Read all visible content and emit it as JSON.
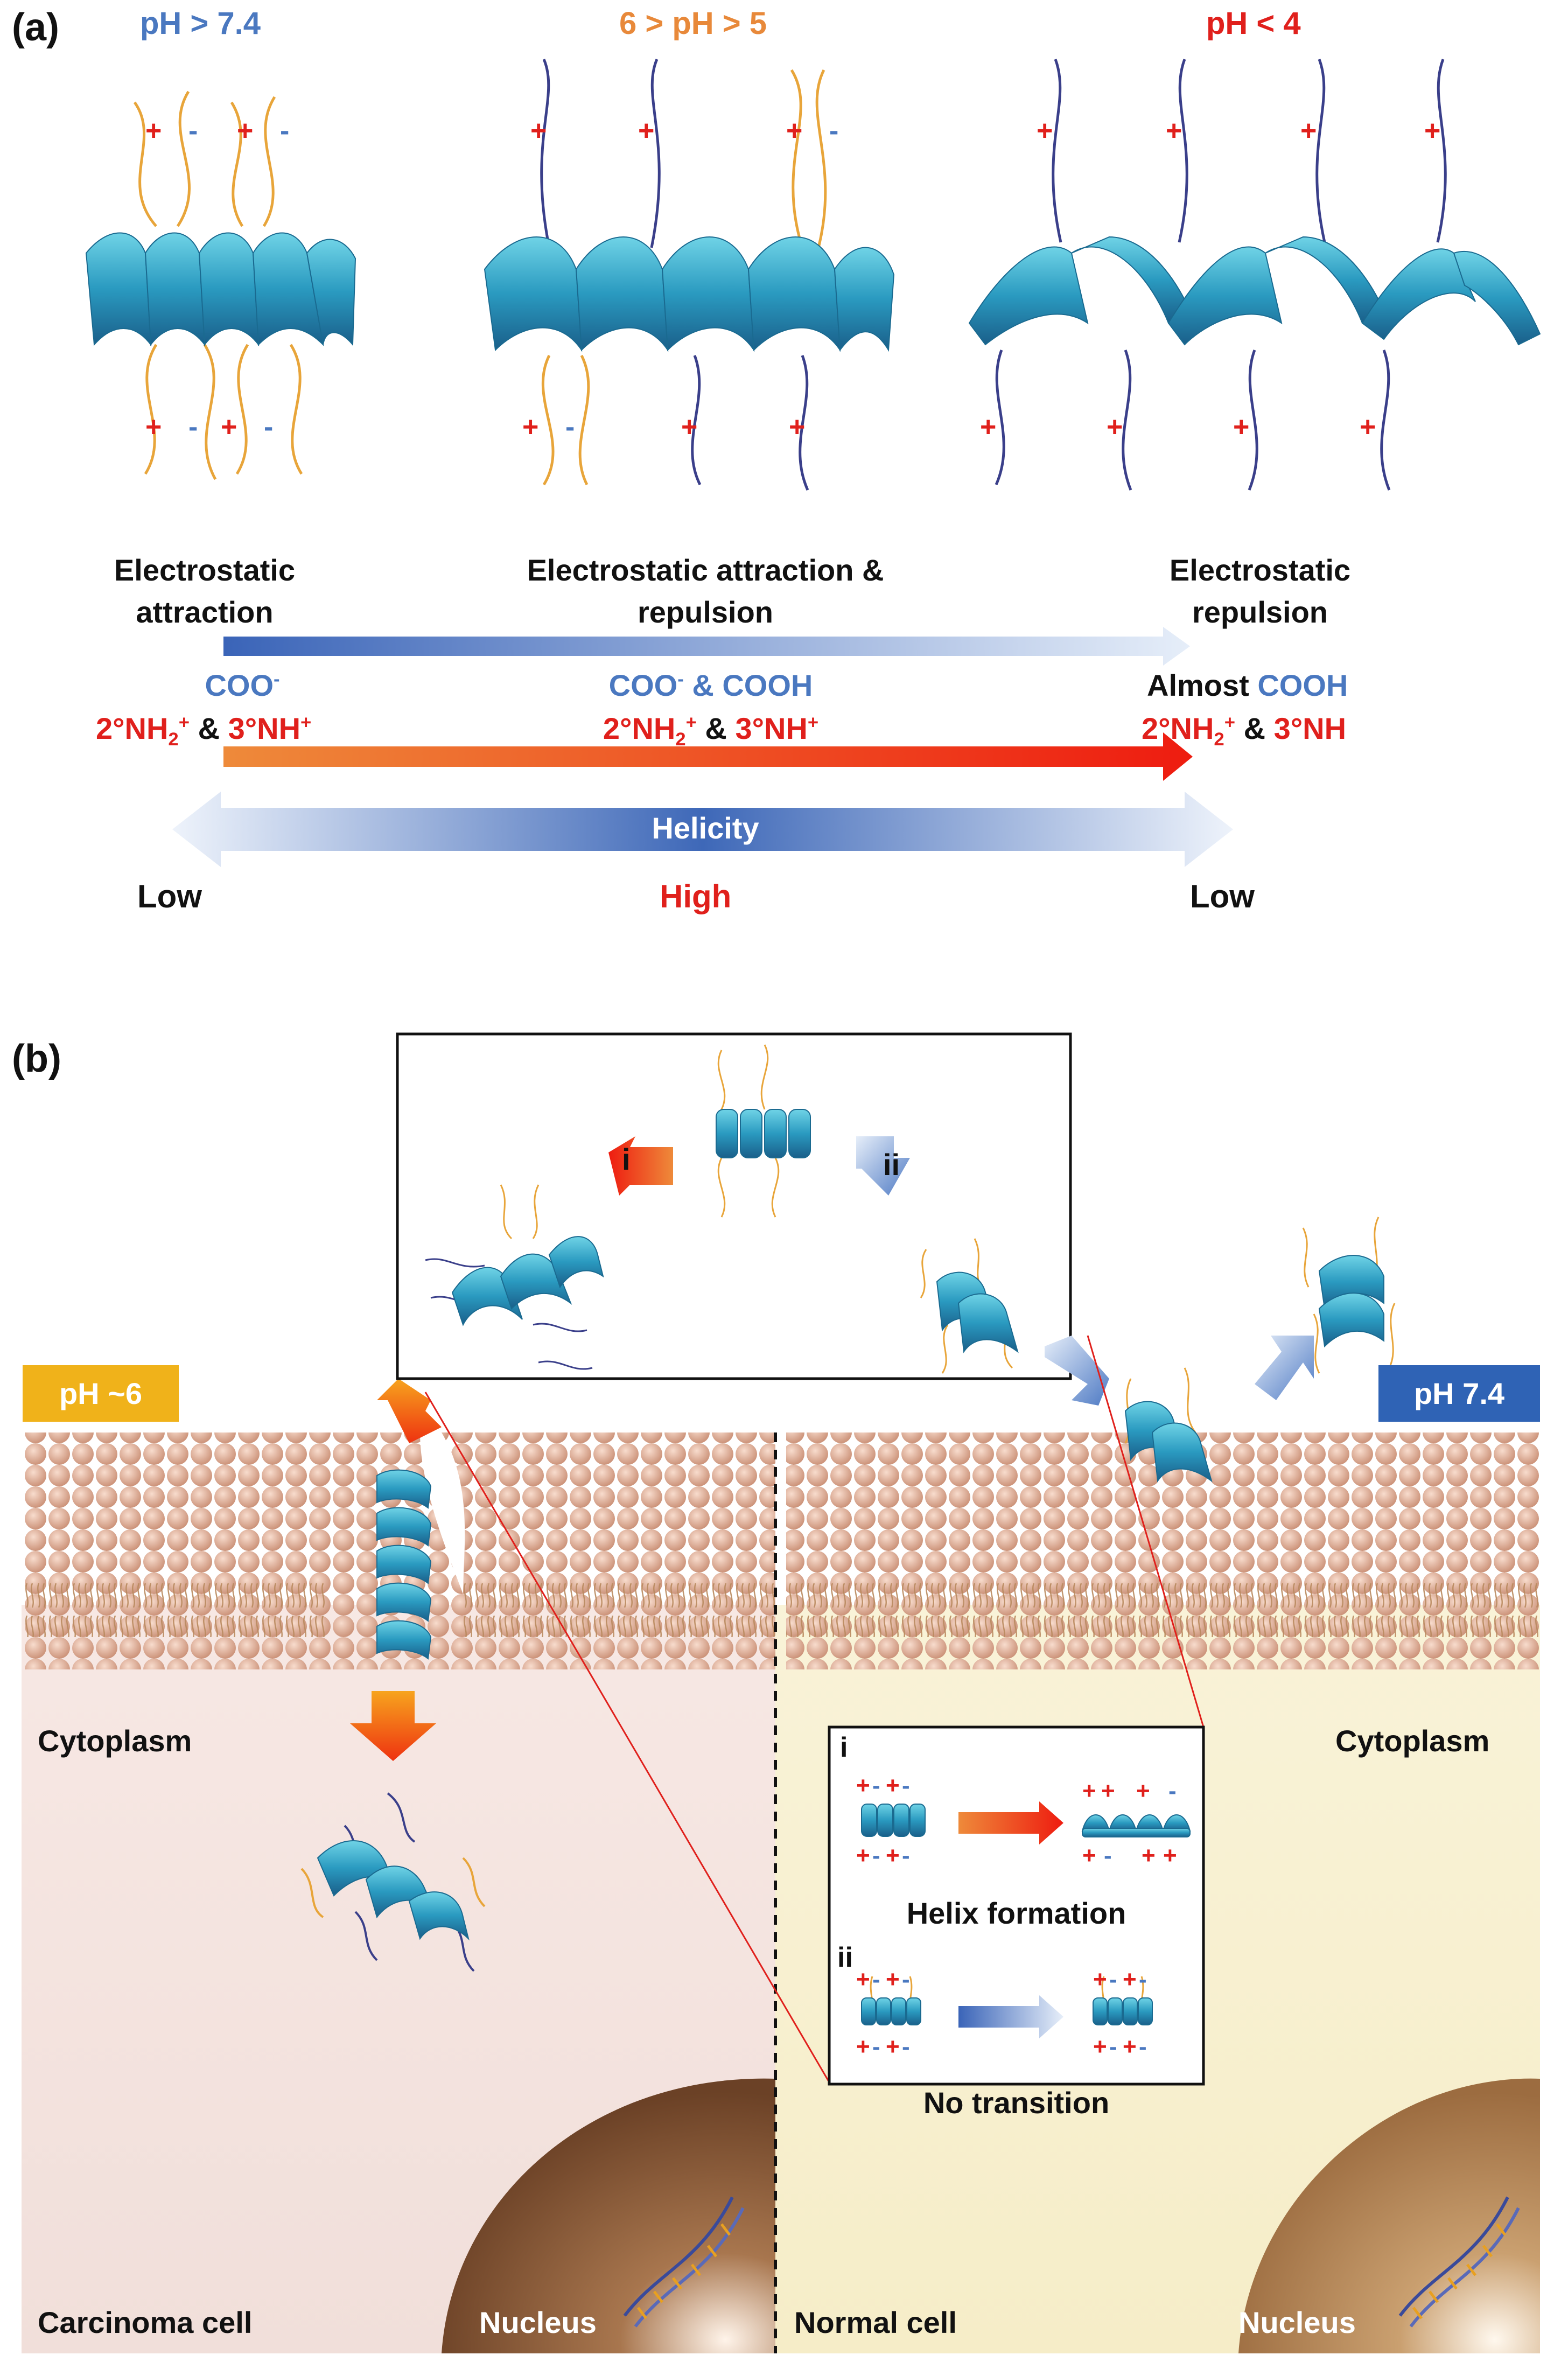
{
  "panel_a": {
    "label": "(a)",
    "conditions": [
      {
        "title": "pH > 7.4",
        "color": "#4a78c0",
        "mechanism": [
          "Electrostatic",
          "attraction"
        ]
      },
      {
        "title": "6 > pH > 5",
        "color": "#e8893a",
        "mechanism": [
          "Electrostatic attraction &",
          "repulsion"
        ]
      },
      {
        "title": "pH < 4",
        "color": "#e0201c",
        "mechanism": [
          "Electrostatic",
          "repulsion"
        ]
      }
    ],
    "chem_left": {
      "coo": "COO",
      "coo_sup": "-",
      "nh2": "2°NH",
      "nh2_sub": "2",
      "nh2_sup": "+",
      "amp": "&",
      "nh3": "3°NH",
      "nh3_sup": "+"
    },
    "chem_mid": {
      "coo": "COO",
      "coo_sup": "-",
      "amp1": "&",
      "cooh": "COOH",
      "nh2": "2°NH",
      "nh2_sub": "2",
      "nh2_sup": "+",
      "amp": "&",
      "nh3": "3°NH",
      "nh3_sup": "+"
    },
    "chem_right": {
      "almost": "Almost",
      "cooh": "COOH",
      "nh2": "2°NH",
      "nh2_sub": "2",
      "nh2_sup": "+",
      "amp": "&",
      "nh3": "3°NH"
    },
    "helicity": {
      "label": "Helicity",
      "levels": [
        "Low",
        "High",
        "Low"
      ]
    }
  },
  "panel_b": {
    "label": "(b)",
    "ph_left": "pH ~6",
    "ph_right": "pH 7.4",
    "cytoplasm_left": "Cytoplasm",
    "cytoplasm_right": "Cytoplasm",
    "cell_left": "Carcinoma cell",
    "cell_right": "Normal cell",
    "nucleus_left": "Nucleus",
    "nucleus_right": "Nucleus",
    "path_i": "i",
    "path_ii": "ii",
    "inset": {
      "i_label": "i",
      "ii_label": "ii",
      "i_caption": "Helix formation",
      "ii_caption": "No transition"
    }
  },
  "colors": {
    "blue_text": "#4a78c0",
    "orange_text": "#e8893a",
    "red_text": "#e0201c",
    "helix": "#2a9ac0",
    "ph6_tag": "#f0b21a",
    "ph74_tag": "#2f63b5",
    "membrane": "#e2b8a4"
  }
}
